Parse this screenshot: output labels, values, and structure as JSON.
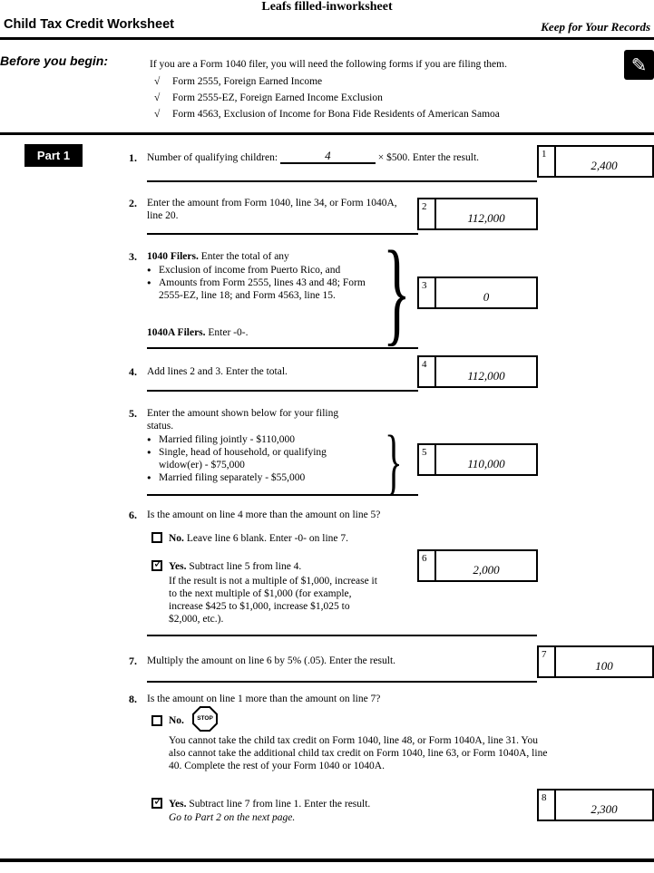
{
  "glyphs": {
    "check": "✓",
    "list_check": "√",
    "brace": "}",
    "pencil": "✎"
  },
  "header": {
    "watermark": "Leafs  filled-inworksheet",
    "title": "Child Tax Credit Worksheet",
    "keep_for_records": "Keep for Your Records"
  },
  "intro": {
    "label": "Before you begin:",
    "text": "If you are a Form 1040 filer, you will need the following forms if you are filing them.",
    "items": [
      "Form 2555, Foreign Earned Income",
      "Form 2555-EZ, Foreign Earned Income Exclusion",
      "Form 4563, Exclusion of Income for Bona Fide Residents of American Samoa"
    ]
  },
  "part1": {
    "label": "Part 1"
  },
  "line1": {
    "num": "1.",
    "text_before": "Number of qualifying children:",
    "entry": "4",
    "text_after": "×  $500. Enter the result.",
    "box_num": "1",
    "box_value": "2,400"
  },
  "line2": {
    "num": "2.",
    "text": "Enter the amount from Form 1040, line 34, or Form 1040A, line 20.",
    "box_num": "2",
    "box_value": "112,000"
  },
  "line3": {
    "num": "3.",
    "lead_bold": "1040 Filers.",
    "lead_rest": " Enter the total of any",
    "bullets": [
      "Exclusion of income from Puerto Rico, and",
      "Amounts from Form 2555, lines 43 and 48; Form 2555-EZ, line 18; and Form 4563, line 15."
    ],
    "tail_bold": "1040A Filers.",
    "tail_rest": " Enter -0-.",
    "box_num": "3",
    "box_value": "0"
  },
  "line4": {
    "num": "4.",
    "text": "Add lines 2 and 3. Enter the total.",
    "box_num": "4",
    "box_value": "112,000"
  },
  "line5": {
    "num": "5.",
    "text": "Enter the amount shown below for your filing status.",
    "bullets": [
      "Married filing jointly  - $110,000",
      "Single, head of household, or qualifying widow(er)  - $75,000",
      "Married filing separately  - $55,000"
    ],
    "box_num": "5",
    "box_value": "110,000"
  },
  "line6": {
    "num": "6.",
    "question": "Is the amount on line 4 more than the amount on line 5?",
    "no_label": "No.",
    "no_text": " Leave line 6 blank. Enter -0- on line 7.",
    "no_checked": false,
    "yes_label": "Yes.",
    "yes_text": " Subtract line 5 from line 4.",
    "yes_checked": true,
    "note": "If the result is not a multiple of $1,000, increase it to the next multiple of $1,000 (for example, increase $425 to $1,000, increase $1,025 to $2,000, etc.).",
    "box_num": "6",
    "box_value": "2,000"
  },
  "line7": {
    "num": "7.",
    "text": "Multiply the amount on line 6 by 5% (.05). Enter the result.",
    "box_num": "7",
    "box_value": "100"
  },
  "line8": {
    "num": "8.",
    "question": "Is the amount on line 1 more than the amount on line 7?",
    "no_label": "No.",
    "no_checked": false,
    "stop_label": "STOP",
    "no_text": "You cannot take the child tax credit on Form 1040, line 48, or Form 1040A, line 31. You also cannot take the additional child tax credit on Form 1040, line 63, or Form 1040A, line 40. Complete the rest of your Form 1040 or 1040A.",
    "yes_label": "Yes.",
    "yes_checked": true,
    "yes_text": " Subtract line 7 from line 1. Enter the result.",
    "goto": "Go to Part 2 on the next page.",
    "box_num": "8",
    "box_value": "2,300"
  }
}
